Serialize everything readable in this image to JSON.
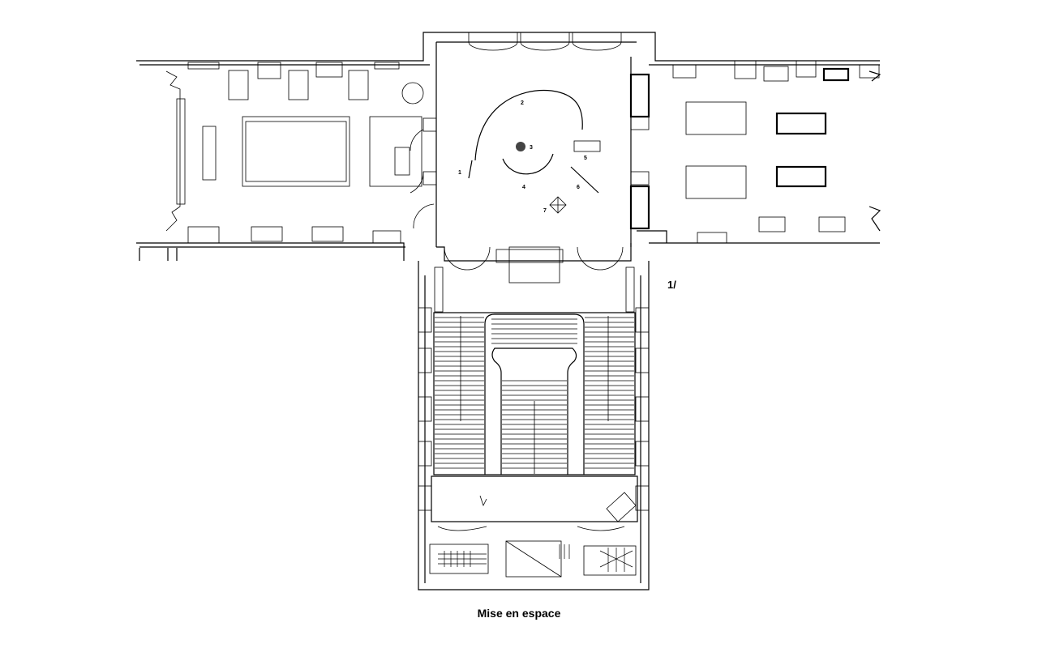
{
  "caption": "Mise en espace",
  "plate_number": "1/",
  "markers": [
    "1",
    "2",
    "3",
    "4",
    "5",
    "6",
    "7"
  ],
  "colors": {
    "ink": "#000000",
    "paper": "#ffffff",
    "marker_fill": "#444444"
  }
}
